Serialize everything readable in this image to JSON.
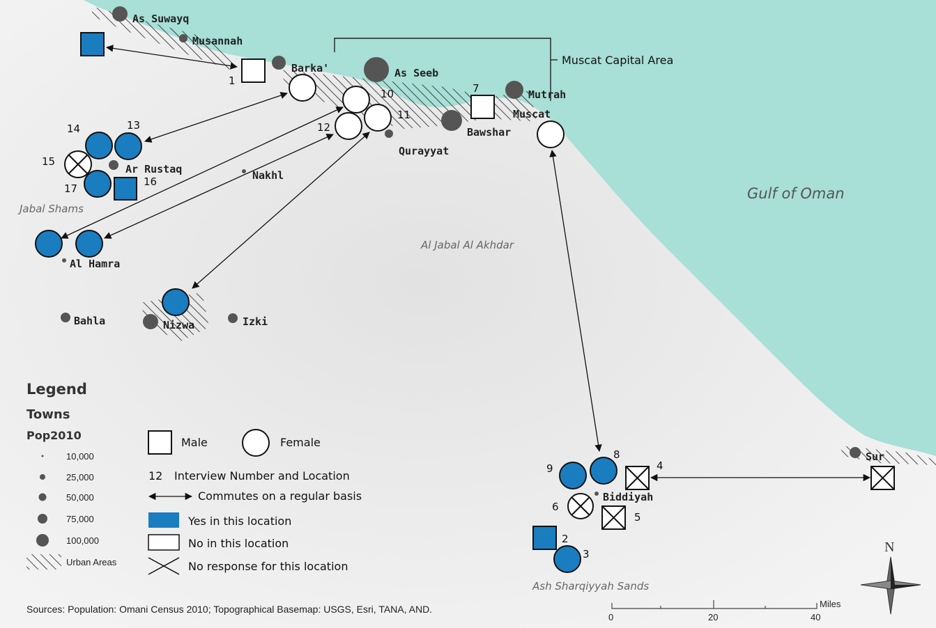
{
  "colors": {
    "sea": "#a8dfd6",
    "land": "#f1f1f1",
    "yes": "#1a7dc0",
    "no": "#ffffff",
    "town": "#555555"
  },
  "towns": [
    {
      "id": "as-suwayq",
      "name": "As Suwayq"
    },
    {
      "id": "musannah",
      "name": "Musannah"
    },
    {
      "id": "barka",
      "name": "Barka'"
    },
    {
      "id": "as-seeb",
      "name": "As Seeb"
    },
    {
      "id": "mutrah",
      "name": "Mutrah"
    },
    {
      "id": "muscat",
      "name": "Muscat"
    },
    {
      "id": "bawshar",
      "name": "Bawshar"
    },
    {
      "id": "qurayyat",
      "name": "Qurayyat"
    },
    {
      "id": "ar-rustaq",
      "name": "Ar Rustaq"
    },
    {
      "id": "nakhl",
      "name": "Nakhl"
    },
    {
      "id": "al-hamra",
      "name": "Al Hamra"
    },
    {
      "id": "bahla",
      "name": "Bahla"
    },
    {
      "id": "nizwa",
      "name": "Nizwa"
    },
    {
      "id": "izki",
      "name": "Izki"
    },
    {
      "id": "sur",
      "name": "Sur"
    },
    {
      "id": "biddiyah",
      "name": "Biddiyah"
    }
  ],
  "regions": {
    "muscat_capital_area": "Muscat Capital Area",
    "jabal_shams": "Jabal Shams",
    "al_jabal_al_akhdar": "Al Jabal Al Akhdar",
    "ash_sharqiyyah_sands": "Ash Sharqiyyah Sands",
    "gulf_of_oman": "Gulf of Oman"
  },
  "interviews": [
    {
      "number": "1",
      "gender": "Male",
      "response": "No"
    },
    {
      "number": "2",
      "gender": "Male",
      "response": "Yes"
    },
    {
      "number": "3",
      "gender": "Female",
      "response": "Yes"
    },
    {
      "number": "4",
      "gender": "Male",
      "response": "No response"
    },
    {
      "number": "5",
      "gender": "Male",
      "response": "No response"
    },
    {
      "number": "6",
      "gender": "Female",
      "response": "No response"
    },
    {
      "number": "7",
      "gender": "Male",
      "response": "No"
    },
    {
      "number": "8",
      "gender": "Female",
      "response": "Yes"
    },
    {
      "number": "9",
      "gender": "Female",
      "response": "Yes"
    },
    {
      "number": "10",
      "gender": "Female",
      "response": "No"
    },
    {
      "number": "11",
      "gender": "Female",
      "response": "No"
    },
    {
      "number": "12",
      "gender": "Female",
      "response": "No"
    },
    {
      "number": "13",
      "gender": "Female",
      "response": "Yes"
    },
    {
      "number": "14",
      "gender": "Female",
      "response": "Yes"
    },
    {
      "number": "15",
      "gender": "Female",
      "response": "No response"
    },
    {
      "number": "16",
      "gender": "Male",
      "response": "Yes"
    },
    {
      "number": "17",
      "gender": "Female",
      "response": "Yes"
    }
  ],
  "legend": {
    "title": "Legend",
    "towns_title": "Towns",
    "pop_title": "Pop2010",
    "pop_classes": [
      "10,000",
      "25,000",
      "50,000",
      "75,000",
      "100,000"
    ],
    "urban_areas": "Urban Areas",
    "male": "Male",
    "female": "Female",
    "interview_number": "12",
    "interview_label": "Interview Number and Location",
    "commutes": "Commutes on a regular basis",
    "yes": "Yes in this location",
    "no": "No in this location",
    "no_response": "No response for this location"
  },
  "sources": "Sources: Population: Omani Census 2010; Topographical Basemap: USGS, Esri, TANA, AND.",
  "scale": {
    "ticks": [
      "0",
      "20",
      "40"
    ],
    "unit": "Miles"
  },
  "north": "N"
}
